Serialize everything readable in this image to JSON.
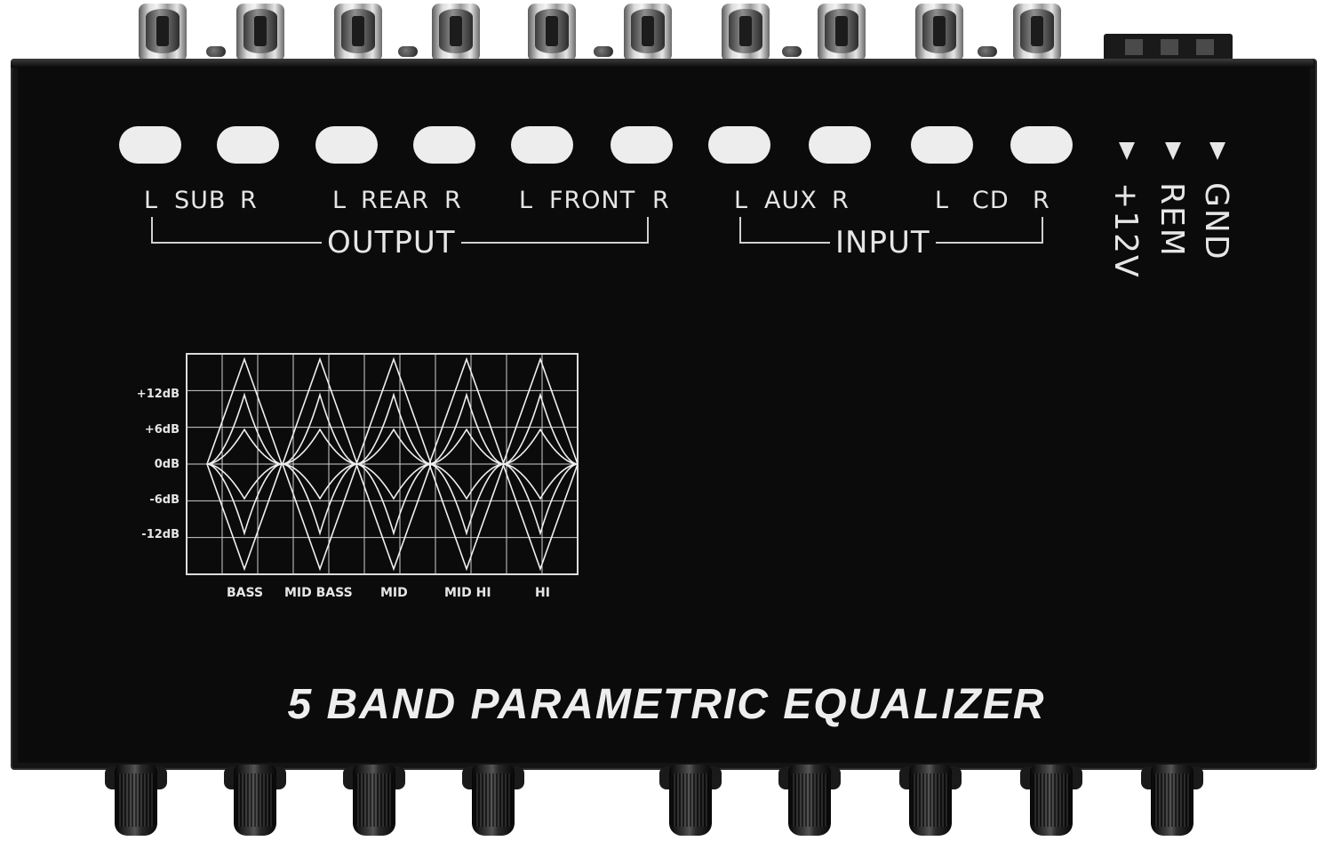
{
  "device": {
    "title": "5 BAND PARAMETRIC EQUALIZER",
    "output": {
      "group_label": "OUTPUT",
      "pairs": [
        {
          "left": "L",
          "name": "SUB",
          "right": "R"
        },
        {
          "left": "L",
          "name": "REAR",
          "right": "R"
        },
        {
          "left": "L",
          "name": "FRONT",
          "right": "R"
        }
      ]
    },
    "input": {
      "group_label": "INPUT",
      "pairs": [
        {
          "left": "L",
          "name": "AUX",
          "right": "R"
        },
        {
          "left": "L",
          "name": "CD",
          "right": "R"
        }
      ]
    },
    "power_terminals": [
      "+12V",
      "REM",
      "GND"
    ],
    "graph": {
      "db_levels": [
        "+12dB",
        "+6dB",
        "0dB",
        "-6dB",
        "-12dB"
      ],
      "bands": [
        "BASS",
        "MID BASS",
        "MID",
        "MID HI",
        "HI"
      ]
    },
    "rca_jack_count": 10,
    "knob_count": 9
  },
  "colors": {
    "panel": "#0b0b0b",
    "print": "#e6e6e6"
  }
}
